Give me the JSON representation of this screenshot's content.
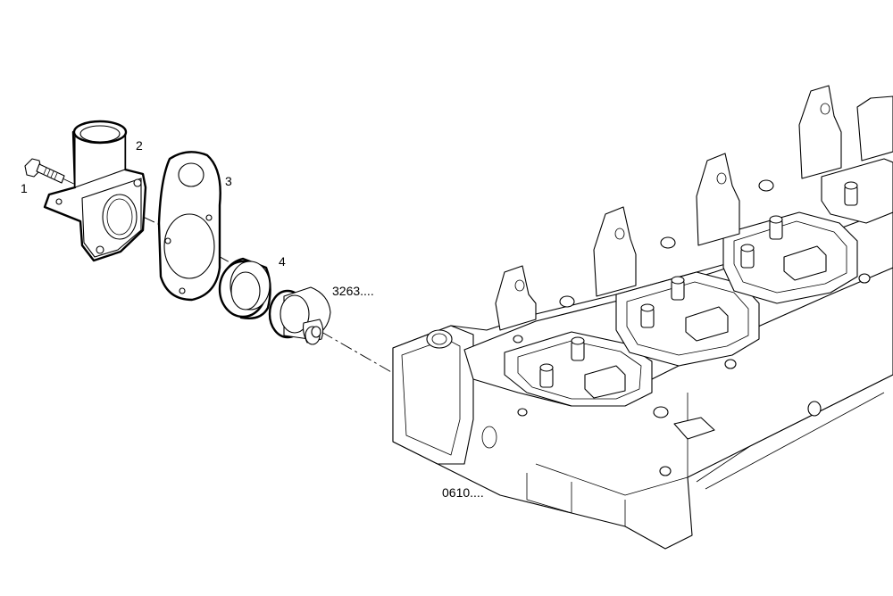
{
  "labels": {
    "bolt": "1",
    "housing": "2",
    "gasket": "3",
    "ring": "4",
    "thermostat_ref": "3263....",
    "cylinder_head_ref": "0610...."
  },
  "colors": {
    "line": "#000000",
    "background": "#ffffff"
  }
}
